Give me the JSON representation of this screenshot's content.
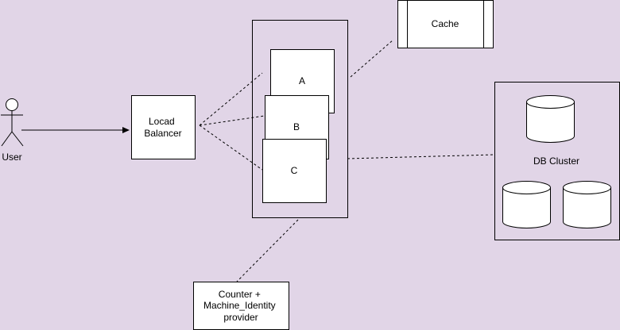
{
  "colors": {
    "background": "#e1d5e7",
    "node_fill": "#ffffff",
    "stroke": "#000000"
  },
  "nodes": {
    "user": {
      "label": "User",
      "icon": "stick-figure-icon"
    },
    "load_balancer": {
      "label_lines": [
        "Locad",
        "Balancer"
      ]
    },
    "server_group": {
      "label": ""
    },
    "server_a": {
      "label": "A"
    },
    "server_b": {
      "label": "B"
    },
    "server_c": {
      "label": "C"
    },
    "cache": {
      "label": "Cache"
    },
    "db_cluster": {
      "label": "DB Cluster",
      "icon": "database-cylinder-icon"
    },
    "counter": {
      "label_lines": [
        "Counter +",
        "Machine_Identity",
        "provider"
      ]
    }
  },
  "edges": [
    {
      "from": "user",
      "to": "load_balancer",
      "style": "solid-arrow"
    },
    {
      "from": "load_balancer",
      "to": "server_a",
      "style": "dashed"
    },
    {
      "from": "load_balancer",
      "to": "server_b",
      "style": "dashed"
    },
    {
      "from": "load_balancer",
      "to": "server_c",
      "style": "dashed"
    },
    {
      "from": "server_group",
      "to": "cache",
      "style": "dashed"
    },
    {
      "from": "server_group",
      "to": "db_cluster",
      "style": "dashed"
    },
    {
      "from": "server_group",
      "to": "counter",
      "style": "dashed"
    }
  ]
}
